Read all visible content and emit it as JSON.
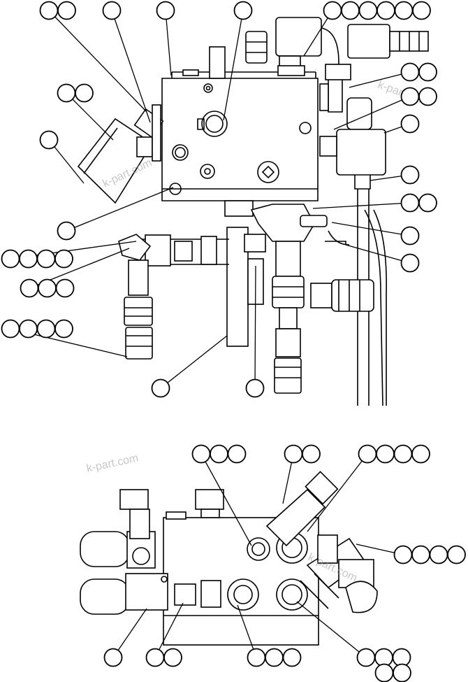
{
  "diagram": {
    "watermarks": [
      "k-part.com",
      "k-part.com",
      "k-part.com",
      "k-part.com"
    ],
    "top_view": {
      "callout_groups": [
        {
          "id": "t1",
          "count": 2
        },
        {
          "id": "t2",
          "count": 1
        },
        {
          "id": "t3",
          "count": 1
        },
        {
          "id": "t4",
          "count": 1
        },
        {
          "id": "t5",
          "count": 6
        },
        {
          "id": "t6",
          "count": 2
        },
        {
          "id": "t7",
          "count": 2
        },
        {
          "id": "t8",
          "count": 1
        },
        {
          "id": "t9",
          "count": 1
        },
        {
          "id": "t10",
          "count": 2
        },
        {
          "id": "t11",
          "count": 1
        },
        {
          "id": "t12",
          "count": 1
        },
        {
          "id": "t13",
          "count": 2
        },
        {
          "id": "t14",
          "count": 1
        },
        {
          "id": "t15",
          "count": 1
        },
        {
          "id": "t16",
          "count": 4
        },
        {
          "id": "t17",
          "count": 3
        },
        {
          "id": "t18",
          "count": 4
        },
        {
          "id": "t19",
          "count": 1
        },
        {
          "id": "t20",
          "count": 1
        }
      ]
    },
    "bottom_view": {
      "callout_groups": [
        {
          "id": "b1",
          "count": 3
        },
        {
          "id": "b2",
          "count": 2
        },
        {
          "id": "b3",
          "count": 4
        },
        {
          "id": "b4",
          "count": 4
        },
        {
          "id": "b5",
          "count": 1
        },
        {
          "id": "b6",
          "count": 2
        },
        {
          "id": "b7",
          "count": 3
        },
        {
          "id": "b8",
          "count": 5
        }
      ]
    }
  }
}
